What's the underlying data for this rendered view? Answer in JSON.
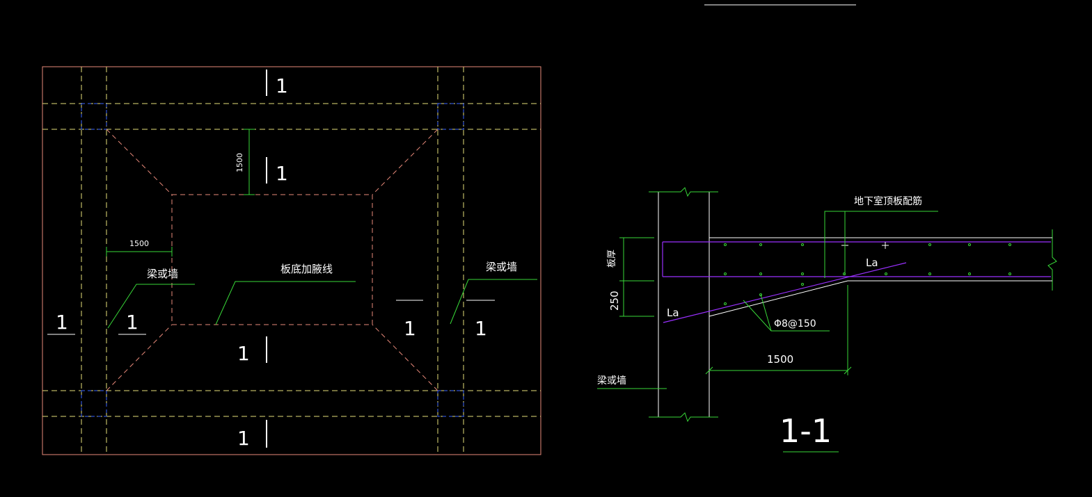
{
  "colors": {
    "background": "#000000",
    "outline": "#e88a7a",
    "haunch": "#e88a7a",
    "axis_yellow": "#e6e07a",
    "column_blue": "#3a64ff",
    "leader_green": "#38d838",
    "concrete_white": "#ffffff",
    "rebar_purple": "#9a30ff",
    "text": "#ffffff"
  },
  "plan": {
    "label_beam_or_wall": "梁或墙",
    "label_haunch_line": "板底加腋线",
    "dim_1500_vertical": "1500",
    "dim_1500_horizontal": "1500",
    "section_mark": "1"
  },
  "section": {
    "label_top_rebar": "地下室顶板配筋",
    "label_slab_thickness": "板厚",
    "dim_250": "250",
    "anchor_label": "La",
    "rebar_spec": "Φ8@150",
    "dim_1500": "1500",
    "label_beam_or_wall": "梁或墙",
    "title": "1-1"
  }
}
